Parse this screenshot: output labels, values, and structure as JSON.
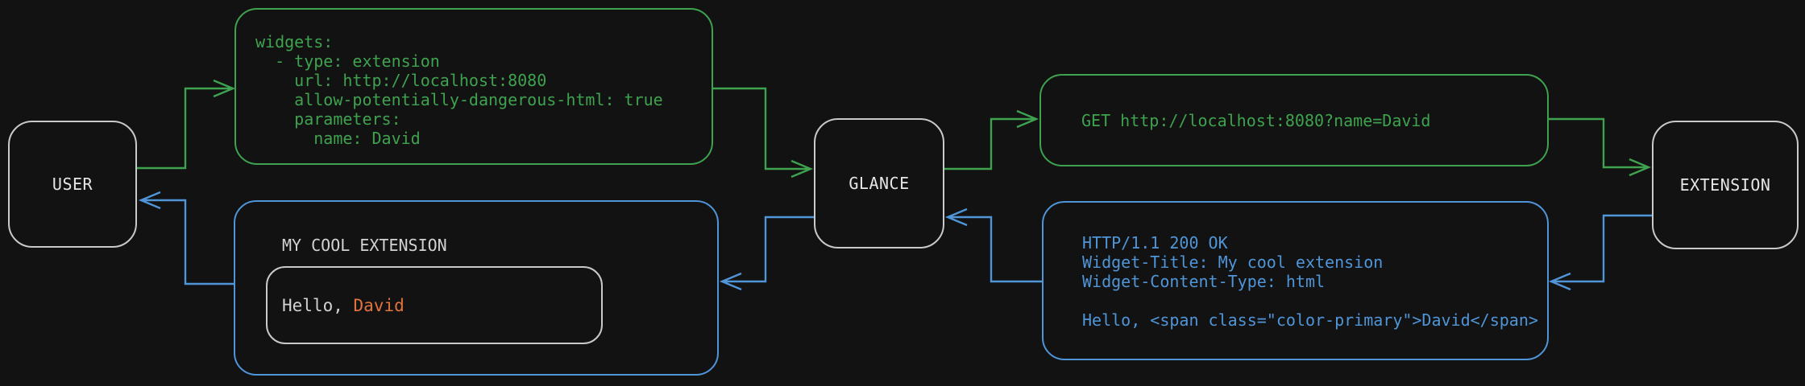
{
  "colors": {
    "background": "#121212",
    "green": "#3ea24e",
    "blue": "#4f95d8",
    "orange": "#e0743c",
    "node_border": "#c9c9c9",
    "node_text": "#e6e6e6",
    "muted_text": "#d2d2d2"
  },
  "nodes": {
    "user": {
      "label": "USER"
    },
    "glance": {
      "label": "GLANCE"
    },
    "extension": {
      "label": "EXTENSION"
    }
  },
  "config_box": {
    "lines": [
      "widgets:",
      "  - type: extension",
      "    url: http://localhost:8080",
      "    allow-potentially-dangerous-html: true",
      "    parameters:",
      "      name: David"
    ]
  },
  "request_box": {
    "text": "GET http://localhost:8080?name=David"
  },
  "response_box": {
    "lines": [
      "HTTP/1.1 200 OK",
      "Widget-Title: My cool extension",
      "Widget-Content-Type: html",
      "",
      "Hello, <span class=\"color-primary\">David</span>"
    ]
  },
  "widget_box": {
    "title": "MY COOL EXTENSION",
    "greeting_prefix": "Hello, ",
    "greeting_name": "David"
  }
}
